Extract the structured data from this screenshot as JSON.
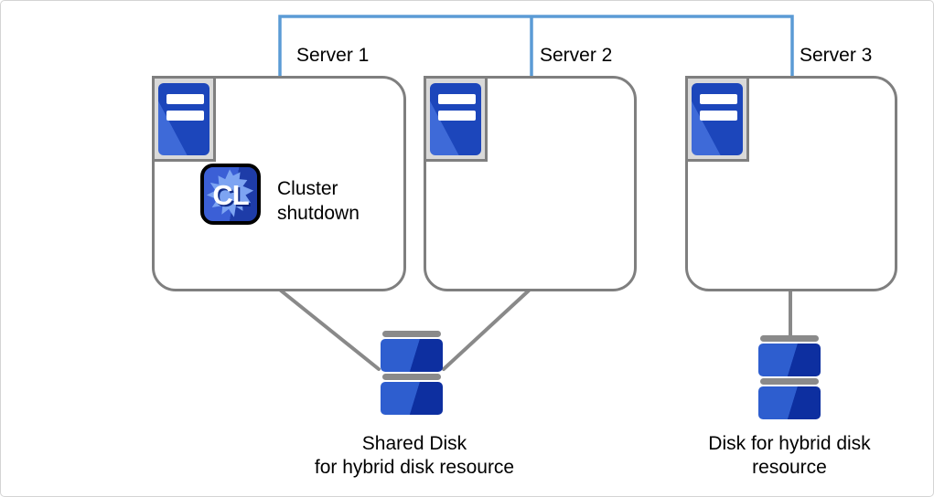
{
  "colors": {
    "connector_blue": "#5b9bd5",
    "box_border_gray": "#7f7f7f",
    "wire_gray": "#898989",
    "tray_gray": "#d9d9d9",
    "server_blue": "#1c46bb",
    "server_blue_light": "#3e6ad8",
    "disk_blue": "#2e5ecf",
    "disk_blue_dark": "#0d2fa0",
    "disk_cap_gray": "#8a8a8a"
  },
  "servers": [
    {
      "label": "Server 1"
    },
    {
      "label": "Server 2"
    },
    {
      "label": "Server 3"
    }
  ],
  "cluster_action": {
    "icon_text": "CL",
    "label": "Cluster\nshutdown"
  },
  "disks": [
    {
      "label": "Shared Disk\nfor hybrid disk resource"
    },
    {
      "label": "Disk for hybrid disk\nresource"
    }
  ]
}
